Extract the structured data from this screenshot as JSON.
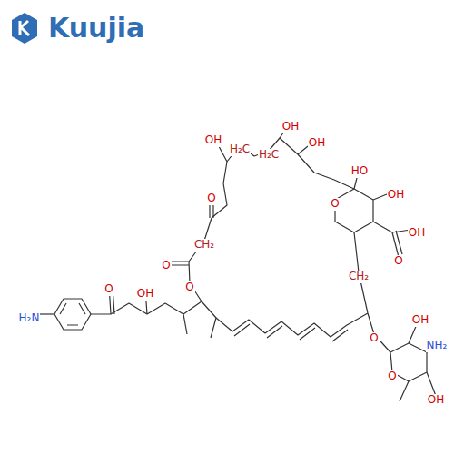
{
  "diagram": {
    "labels": [
      "Kuujia",
      "OH",
      "H₂C",
      "H₂C",
      "OH",
      "OH",
      "HO",
      "O",
      "OH",
      "O",
      "CH₂",
      "O",
      "OH",
      "O",
      "CH₂",
      "O",
      "O",
      "OH",
      "NH₂",
      "OH",
      "O",
      "O",
      "OH",
      "H₂N"
    ]
  }
}
